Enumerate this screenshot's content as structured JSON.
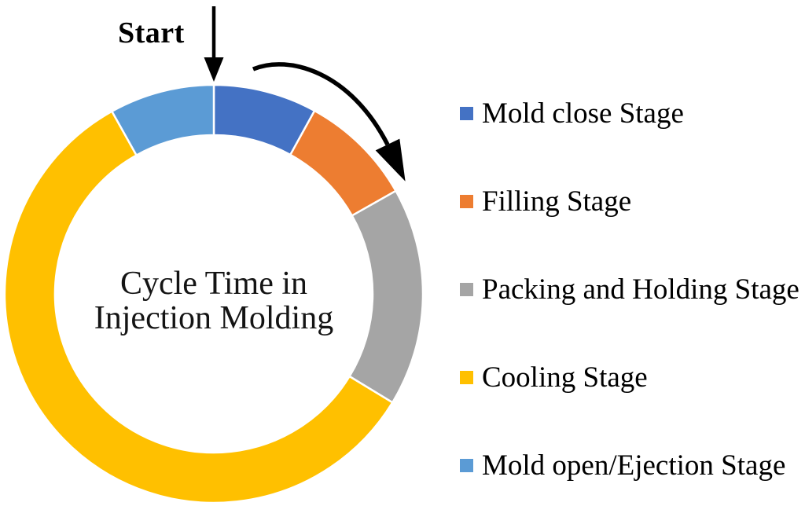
{
  "figure": {
    "start_label": "Start",
    "title_line1": "Cycle Time in",
    "title_line2": "Injection Molding"
  },
  "chart_data": {
    "type": "pie",
    "subtype": "donut",
    "title": "Cycle Time in Injection Molding",
    "direction": "clockwise",
    "start_angle_deg": 0,
    "donut_hole_ratio": 0.76,
    "legend_position": "right",
    "data_labels_shown": false,
    "annotation_start_label": "Start",
    "series": [
      {
        "label": "Mold close Stage",
        "value_pct_estimated": 8.0,
        "arc_deg_estimated": 29,
        "color": "#4472C4"
      },
      {
        "label": "Filling Stage",
        "value_pct_estimated": 8.8,
        "arc_deg_estimated": 32,
        "color": "#ED7D31"
      },
      {
        "label": "Packing and Holding Stage",
        "value_pct_estimated": 16.9,
        "arc_deg_estimated": 61,
        "color": "#A5A5A5"
      },
      {
        "label": "Cooling Stage",
        "value_pct_estimated": 58.2,
        "arc_deg_estimated": 209,
        "color": "#FFC000"
      },
      {
        "label": "Mold open/Ejection Stage",
        "value_pct_estimated": 8.1,
        "arc_deg_estimated": 29,
        "color": "#5B9BD5"
      }
    ],
    "colors": {
      "arrow": "#000000",
      "text": "#000000",
      "background": "#ffffff",
      "segment_separator": "#ffffff"
    }
  }
}
